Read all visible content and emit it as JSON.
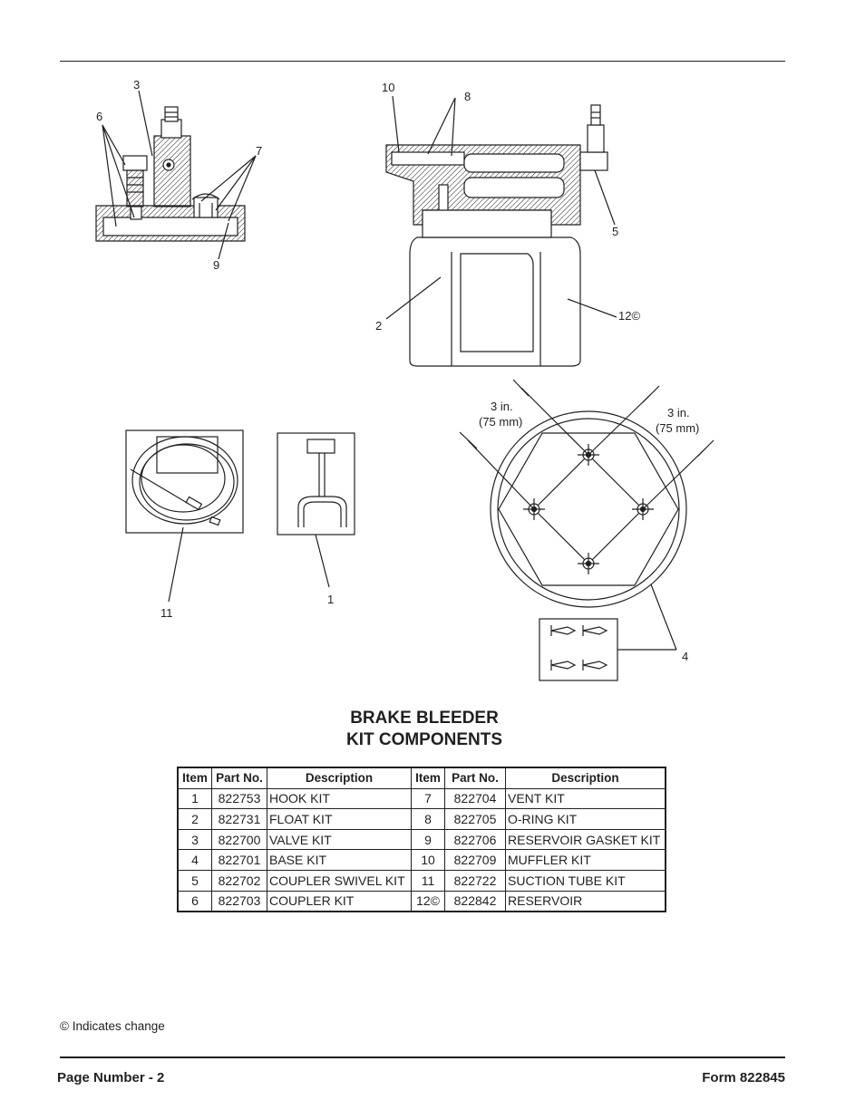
{
  "callouts": {
    "c1": "1",
    "c2": "2",
    "c3": "3",
    "c4": "4",
    "c5": "5",
    "c6": "6",
    "c7": "7",
    "c8": "8",
    "c9": "9",
    "c10": "10",
    "c11": "11",
    "c12": "12©"
  },
  "dims": {
    "left_a": "3 in.",
    "left_b": "(75 mm)",
    "right_a": "3 in.",
    "right_b": "(75 mm)"
  },
  "title": {
    "line1": "BRAKE BLEEDER",
    "line2": "KIT COMPONENTS"
  },
  "table": {
    "headers": [
      "Item",
      "Part No.",
      "Description",
      "Item",
      "Part No.",
      "Description"
    ],
    "rows": [
      [
        "1",
        "822753",
        "HOOK KIT",
        "7",
        "822704",
        "VENT KIT"
      ],
      [
        "2",
        "822731",
        "FLOAT KIT",
        "8",
        "822705",
        "O-RING KIT"
      ],
      [
        "3",
        "822700",
        "VALVE KIT",
        "9",
        "822706",
        "RESERVOIR GASKET KIT"
      ],
      [
        "4",
        "822701",
        "BASE KIT",
        "10",
        "822709",
        "MUFFLER KIT"
      ],
      [
        "5",
        "822702",
        "COUPLER SWIVEL KIT",
        "11",
        "822722",
        "SUCTION TUBE KIT"
      ],
      [
        "6",
        "822703",
        "COUPLER KIT",
        "12©",
        "822842",
        "RESERVOIR"
      ]
    ]
  },
  "footnote": "© Indicates change",
  "footer": {
    "left": "Page Number - 2",
    "right": "Form 822845"
  }
}
